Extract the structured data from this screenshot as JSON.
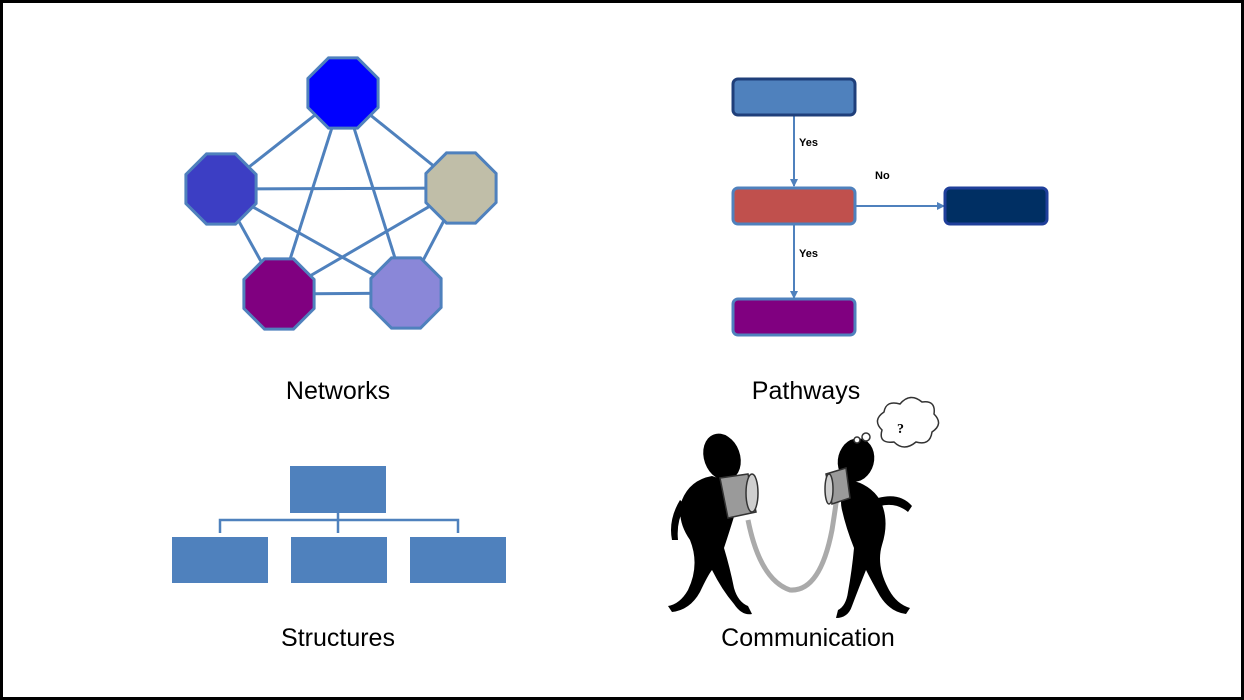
{
  "captions": {
    "networks": "Networks",
    "pathways": "Pathways",
    "structures": "Structures",
    "communication": "Communication"
  },
  "pathways_labels": {
    "yes_top": "Yes",
    "no": "No",
    "yes_bottom": "Yes"
  },
  "thought_bubble": "?",
  "colors": {
    "line": "#4f81bd",
    "node_top": "#0000ff",
    "node_left": "#3c3ec4",
    "node_right": "#c0bea8",
    "node_bottom_left": "#800080",
    "node_bottom_right": "#8a87d8",
    "box_top": "#4f81bd",
    "box_middle": "#c0504d",
    "box_right": "#002f63",
    "box_bottom": "#800080",
    "org": "#4f81bd"
  }
}
